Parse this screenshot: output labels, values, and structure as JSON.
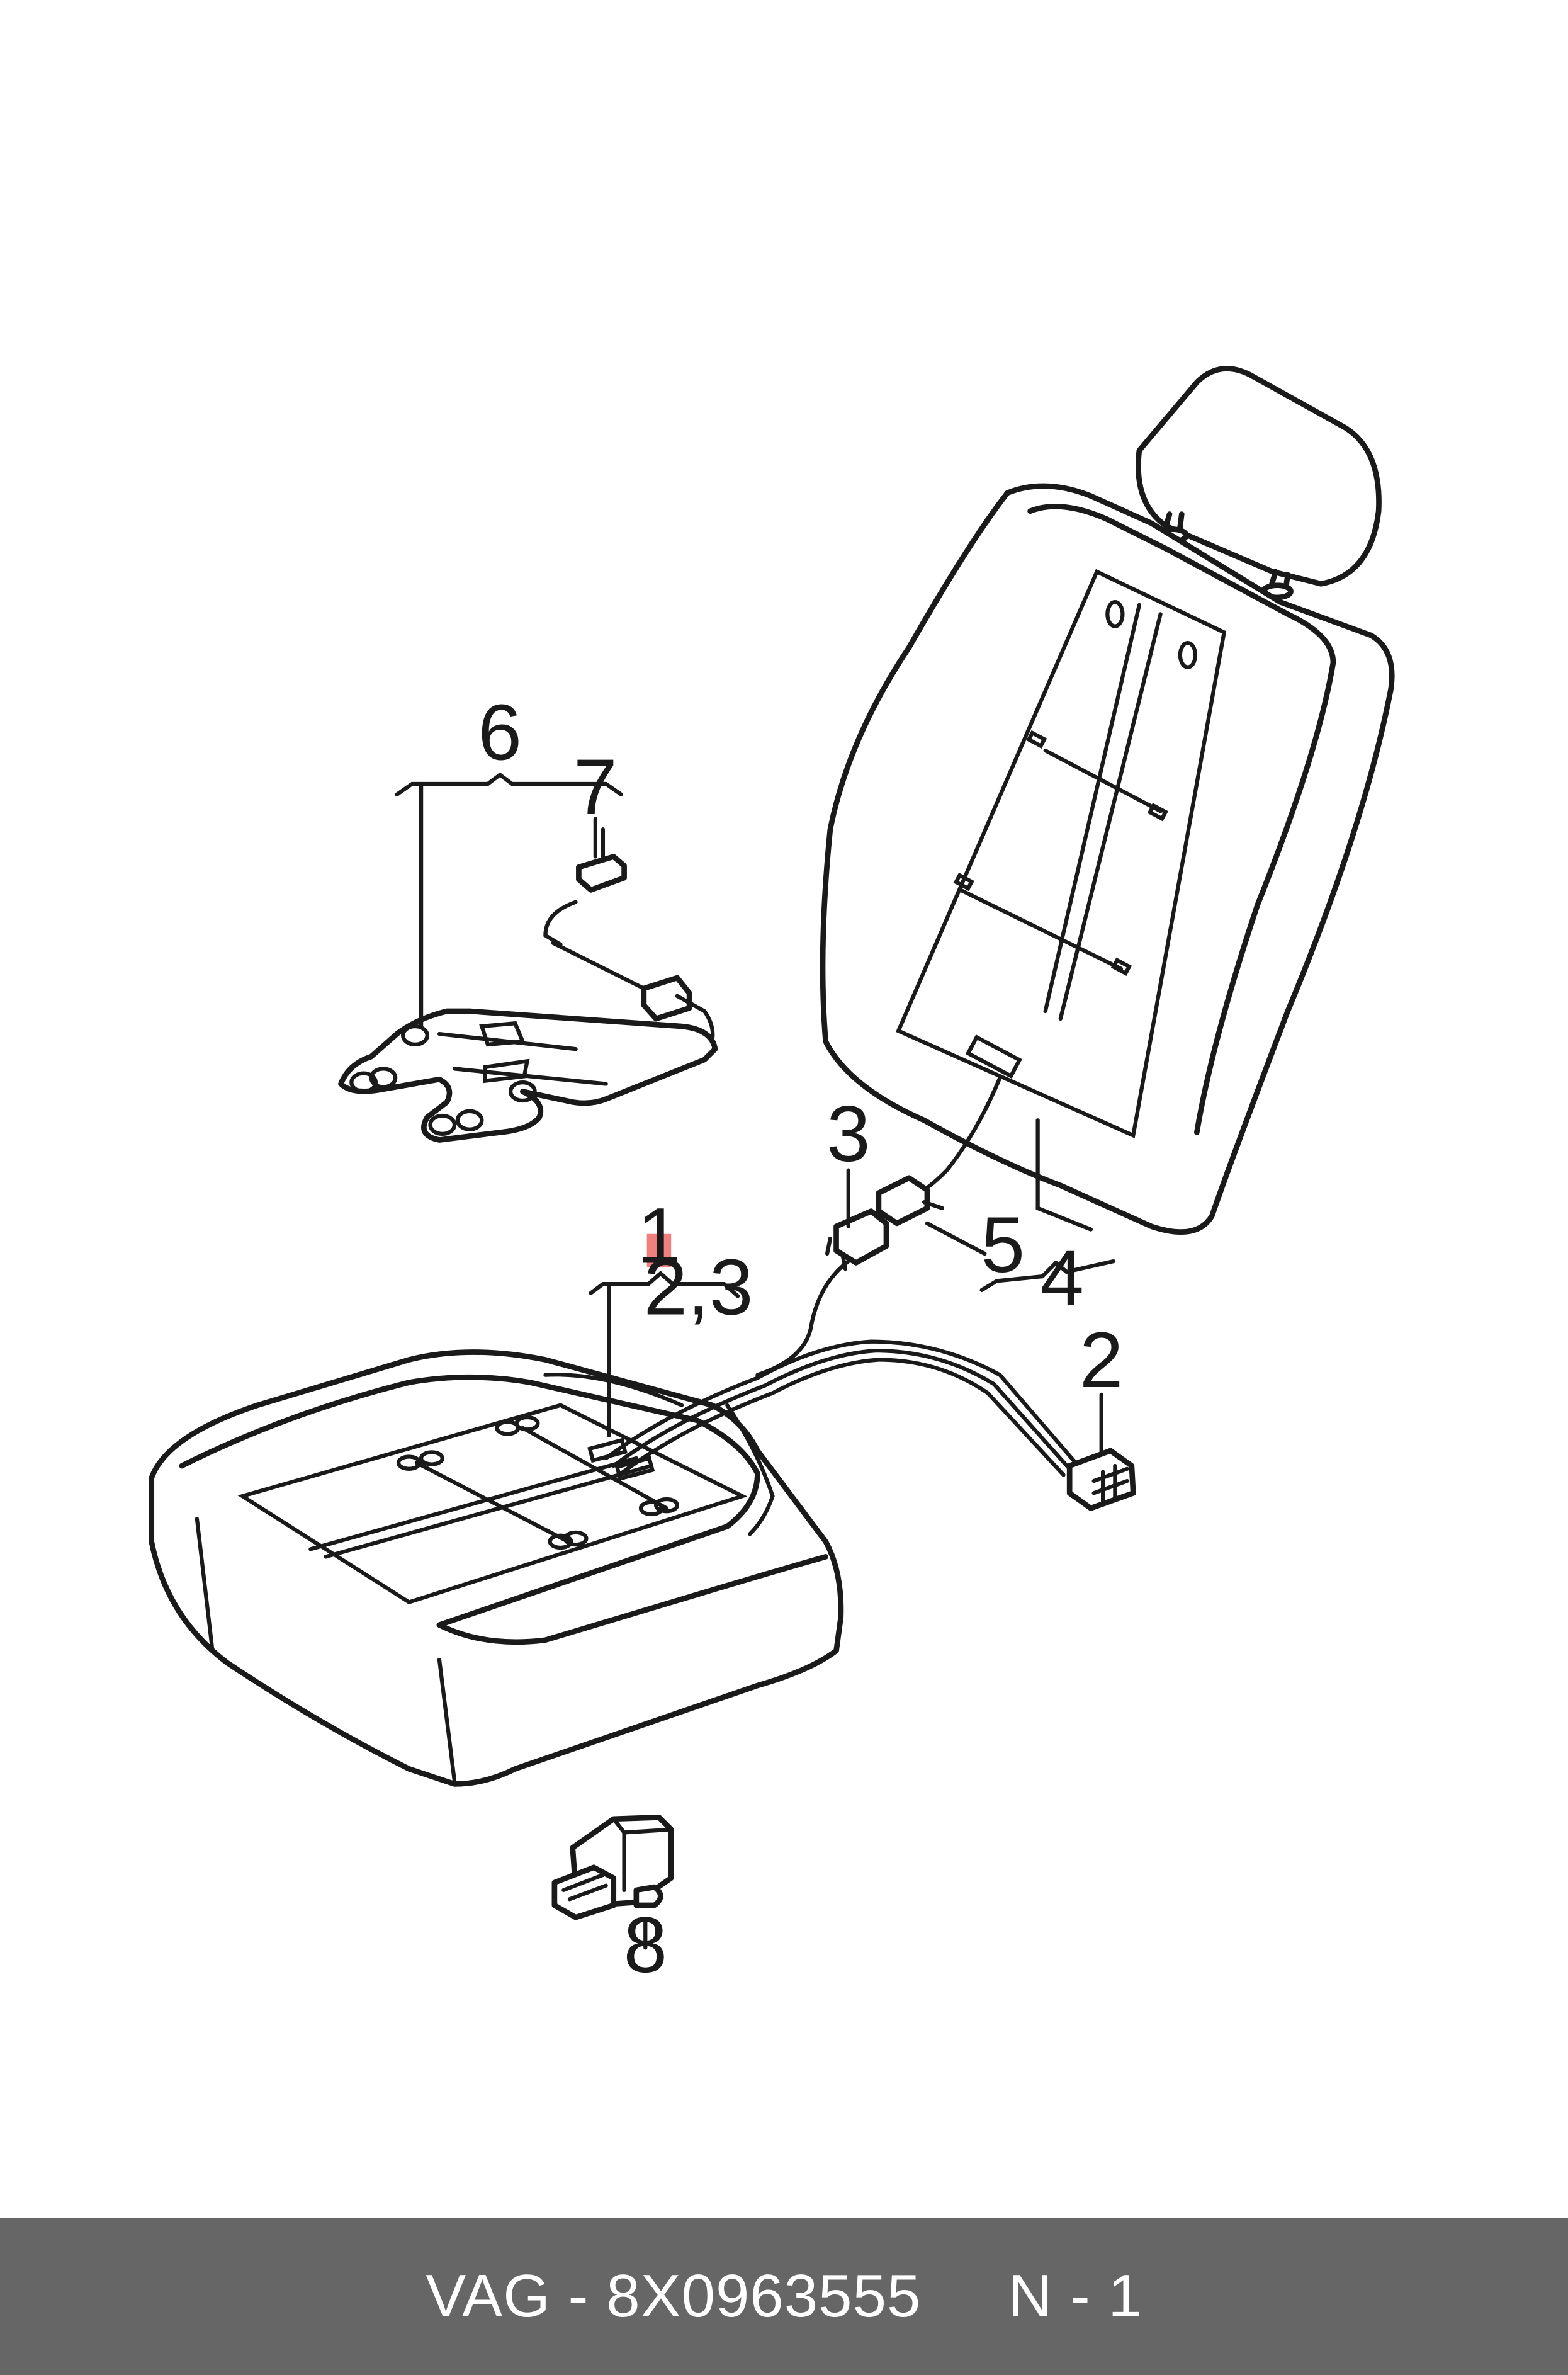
{
  "callouts": {
    "c1": "1",
    "c23": "2,3",
    "c2": "2",
    "c3": "3",
    "c4": "4",
    "c5": "5",
    "c6": "6",
    "c7": "7",
    "c8": "8"
  },
  "highlight_color": "#f08080",
  "footer": {
    "brand": "VAG",
    "separator": "-",
    "part_number": "8X0963555",
    "position": "N - 1"
  }
}
